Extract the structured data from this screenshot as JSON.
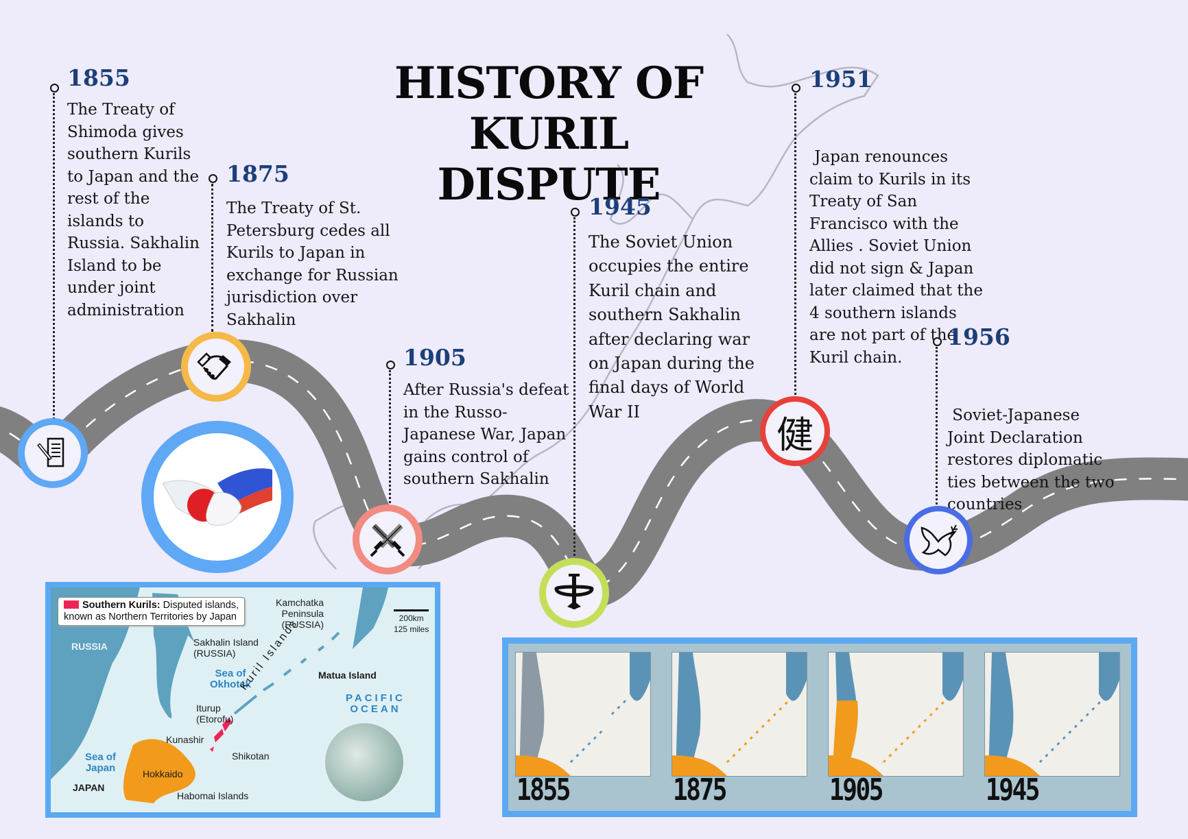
{
  "title": {
    "line1": "HISTORY OF",
    "line2": "KURIL DISPUTE"
  },
  "events": [
    {
      "year": "1855",
      "icon": "document-signing-icon",
      "ring_color": "#5ea8f5",
      "lines": [
        "The Treaty of",
        "Shimoda gives",
        "southern Kurils",
        "to Japan and the",
        "rest of the",
        "islands to",
        "Russia. Sakhalin",
        "Island to be",
        "under joint",
        "administration"
      ]
    },
    {
      "year": "1875",
      "icon": "handshake-icon",
      "ring_color": "#f5b94a",
      "lines": [
        "The Treaty of St.",
        "Petersburg cedes all",
        "Kurils to Japan in",
        "exchange for Russian",
        "jurisdiction over",
        "Sakhalin"
      ]
    },
    {
      "year": "1905",
      "icon": "crossed-swords-icon",
      "ring_color": "#f28b82",
      "lines": [
        "After Russia's defeat",
        "in the Russo-",
        "Japanese War, Japan",
        "gains control of",
        "southern Sakhalin"
      ]
    },
    {
      "year": "1945",
      "icon": "airplane-icon",
      "ring_color": "#c5de5a",
      "lines": [
        "The Soviet Union",
        "occupies the entire",
        "Kuril chain and",
        "southern Sakhalin",
        "after declaring war",
        "on Japan during the",
        "final days of World",
        "War II"
      ]
    },
    {
      "year": "1951",
      "icon": "kanji-character-icon",
      "ring_color": "#e8403a",
      "glyph": "健",
      "lines": [
        " Japan renounces",
        "claim to Kurils in its",
        "Treaty of San",
        "Francisco with the",
        "Allies . Soviet Union",
        "did not sign & Japan",
        "later claimed that the",
        "4 southern islands",
        "are not part of the",
        "Kuril chain."
      ]
    },
    {
      "year": "1956",
      "icon": "peace-dove-icon",
      "ring_color": "#4a6de6",
      "lines": [
        " Soviet-Japanese",
        "Joint Declaration",
        "restores diplomatic",
        "ties between the two",
        "countries"
      ]
    }
  ],
  "handshake_image": {
    "description": "japan-russia-flag-handshake",
    "ring_color": "#5ea8f5"
  },
  "region_map": {
    "legend_bold": "Southern Kurils:",
    "legend_text": " Disputed islands,",
    "legend_line2": "known as Northern Territories by Japan",
    "legend_color": "#ee2459",
    "scale": {
      "km": "200km",
      "miles": "125 miles"
    },
    "labels": {
      "russia": "RUSSIA",
      "kamchatka": "Kamchatka",
      "kamchatka2": "Peninsula",
      "kamchatka3": "(RUSSIA)",
      "sakhalin": "Sakhalin Island",
      "sakhalin2": "(RUSSIA)",
      "sea_okhotsk1": "Sea of",
      "sea_okhotsk2": "Okhotsk",
      "kuril_islands": "Kuril Islands",
      "matua": "Matua Island",
      "pacific1": "PACIFIC",
      "pacific2": "OCEAN",
      "iturup": "Iturup",
      "iturup2": "(Etorofu)",
      "kunashir": "Kunashir",
      "shikotan": "Shikotan",
      "sea_japan1": "Sea of",
      "sea_japan2": "Japan",
      "hokkaido": "Hokkaido",
      "japan": "JAPAN",
      "habomai": "Habomai Islands"
    }
  },
  "history_maps": {
    "panels": [
      {
        "year": "1855"
      },
      {
        "year": "1875"
      },
      {
        "year": "1905"
      },
      {
        "year": "1945"
      }
    ],
    "japan_color": "#f29a1c",
    "russia_color": "#5b93b6"
  }
}
